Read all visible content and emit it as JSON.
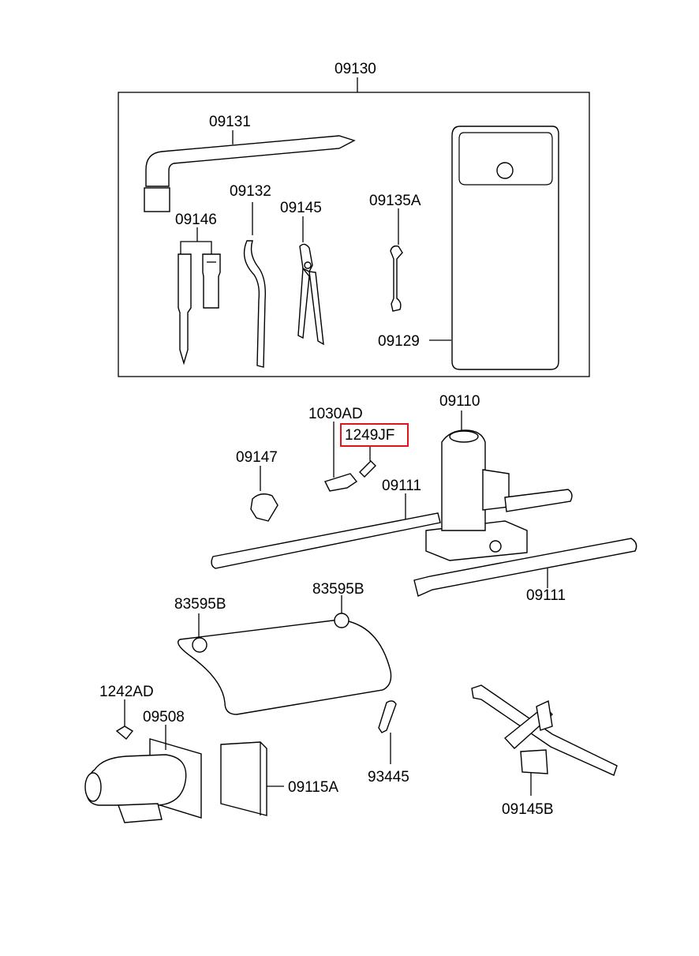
{
  "highlight_color": "#e0141e",
  "labels": {
    "kit": "09130",
    "wrench": "09131",
    "bar": "09132",
    "screwdriver": "09146",
    "pliers": "09145",
    "spanner": "09135A",
    "bag": "09129",
    "jack": "09110",
    "bracket": "1030AD",
    "bolt": "1249JF",
    "clip": "09147",
    "handle_left": "09111",
    "handle_right": "09111",
    "grommet_left": "83595B",
    "grommet_right": "83595B",
    "wing_nut": "1242AD",
    "holder": "09508",
    "manual": "09115A",
    "pin": "93445",
    "scissor_jack": "09145B"
  }
}
